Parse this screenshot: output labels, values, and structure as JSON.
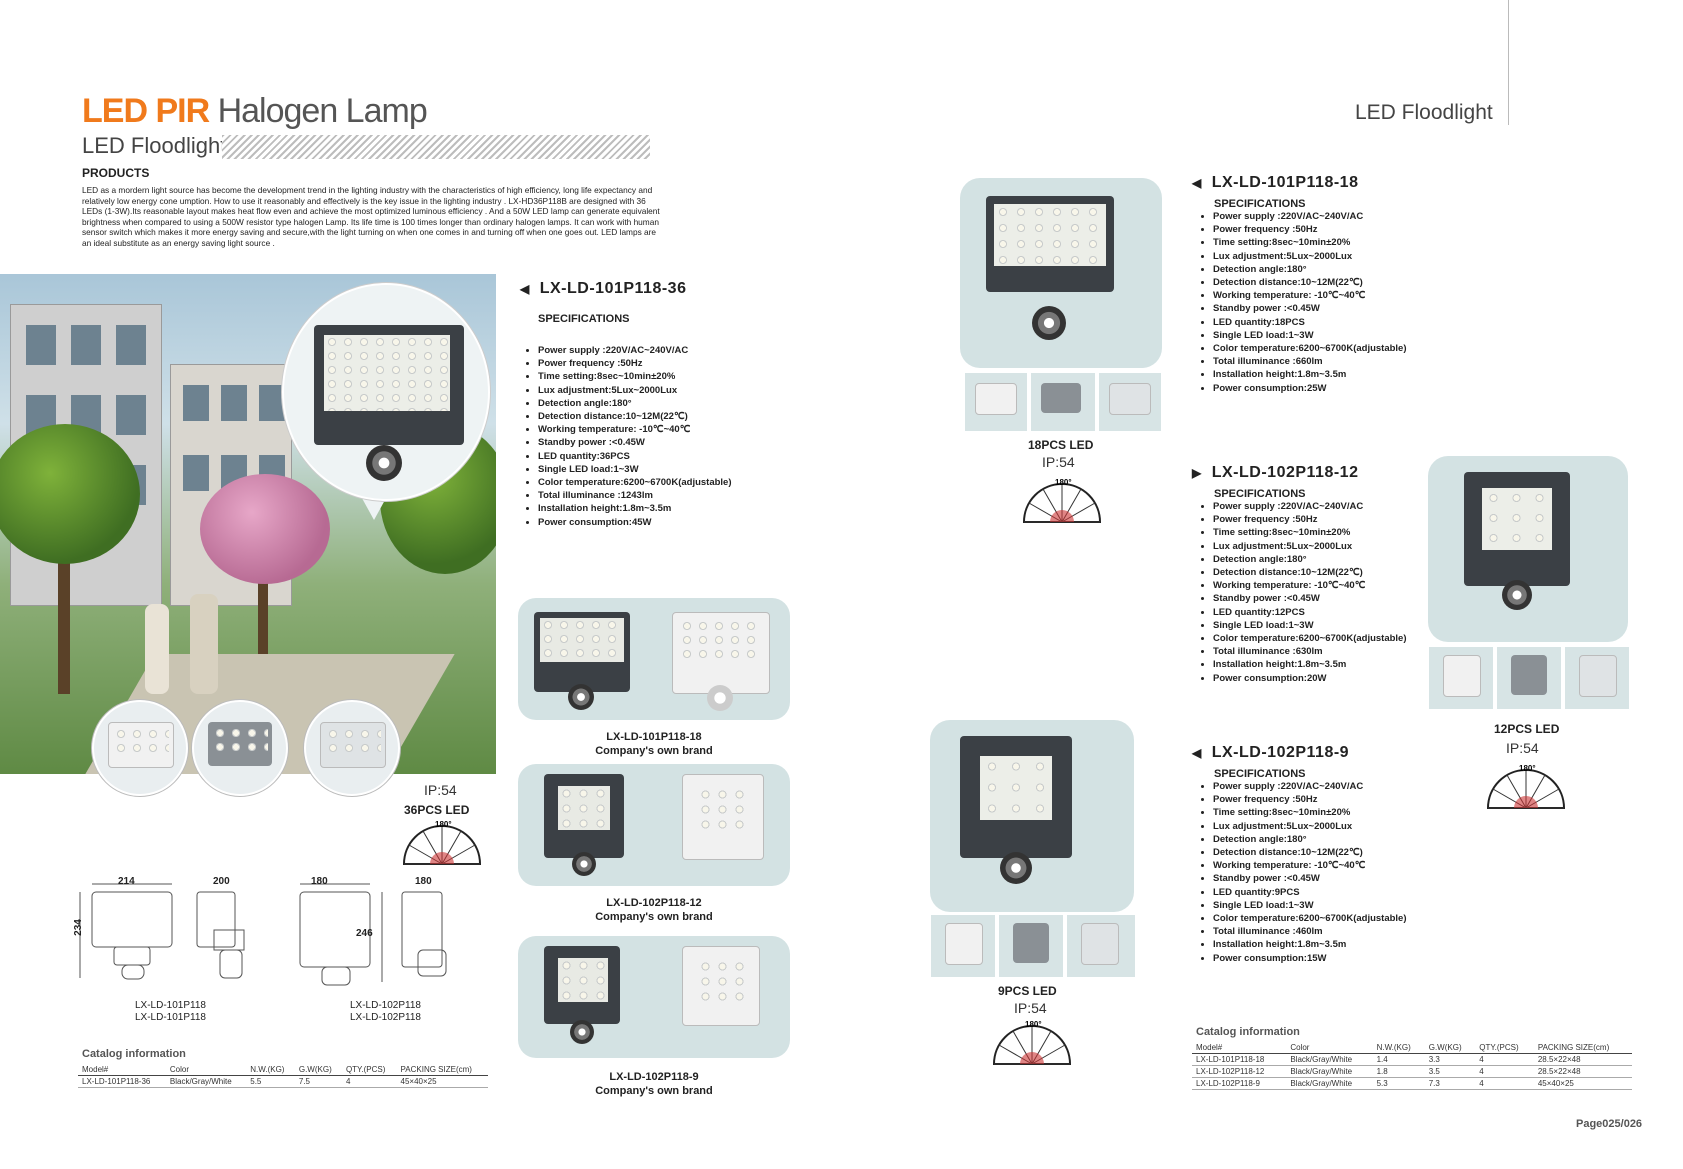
{
  "header": {
    "title_orange": "LED PIR",
    "title_grey": "Halogen Lamp",
    "subtitle": "LED Floodlight",
    "right_heading": "LED Floodlight"
  },
  "products": {
    "heading": "PRODUCTS",
    "text": "LED as a mordern light source has become the development trend in the lighting industry with the characteristics of high efficiency, long life expectancy and relatively low energy cone umption. How to use it reasonably and effectively is the key issue in the lighting industry . LX-HD36P118B are designed with 36 LEDs (1-3W).Its reasonable layout makes heat flow even and achieve the most optimized luminous efficiency . And a 50W LED lamp can generate equivalent brightness when compared to using a 500W resistor type halogen Lamp. Its life time is 100 times longer than ordinary halogen lamps. It can work with human sensor switch which makes it more energy saving and secure,with the light turning on when one comes in and turning off when one goes out. LED lamps are an ideal substitute as an energy saving light source ."
  },
  "models": [
    {
      "name": "LX-LD-101P118-36",
      "spec_heading": "SPECIFICATIONS",
      "specs": [
        "Power supply :220V/AC~240V/AC",
        "Power frequency :50Hz",
        "Time setting:8sec~10min±20%",
        "Lux adjustment:5Lux~2000Lux",
        "Detection angle:180°",
        "Detection distance:10~12M(22℃)",
        "Working temperature: -10℃~40℃",
        "Standby power :<0.45W",
        "LED quantity:36PCS",
        "Single LED load:1~3W",
        "Color temperature:6200~6700K(adjustable)",
        "Total illuminance :1243lm",
        "Installation height:1.8m~3.5m",
        "Power consumption:45W"
      ]
    },
    {
      "name": "LX-LD-101P118-18",
      "spec_heading": "SPECIFICATIONS",
      "specs": [
        "Power supply :220V/AC~240V/AC",
        "Power frequency :50Hz",
        "Time setting:8sec~10min±20%",
        "Lux adjustment:5Lux~2000Lux",
        "Detection angle:180°",
        "Detection distance:10~12M(22℃)",
        "Working temperature: -10℃~40℃",
        "Standby power :<0.45W",
        "LED quantity:18PCS",
        "Single LED load:1~3W",
        "Color temperature:6200~6700K(adjustable)",
        "Total illuminance :660lm",
        "Installation height:1.8m~3.5m",
        "Power consumption:25W"
      ]
    },
    {
      "name": "LX-LD-102P118-12",
      "spec_heading": "SPECIFICATIONS",
      "specs": [
        "Power supply :220V/AC~240V/AC",
        "Power frequency :50Hz",
        "Time setting:8sec~10min±20%",
        "Lux adjustment:5Lux~2000Lux",
        "Detection angle:180°",
        "Detection distance:10~12M(22℃)",
        "Working temperature: -10℃~40℃",
        "Standby power :<0.45W",
        "LED quantity:12PCS",
        "Single LED load:1~3W",
        "Color temperature:6200~6700K(adjustable)",
        "Total illuminance :630lm",
        "Installation height:1.8m~3.5m",
        "Power consumption:20W"
      ]
    },
    {
      "name": "LX-LD-102P118-9",
      "spec_heading": "SPECIFICATIONS",
      "specs": [
        "Power supply :220V/AC~240V/AC",
        "Power frequency :50Hz",
        "Time setting:8sec~10min±20%",
        "Lux adjustment:5Lux~2000Lux",
        "Detection angle:180°",
        "Detection distance:10~12M(22℃)",
        "Working temperature: -10℃~40℃",
        "Standby power :<0.45W",
        "LED quantity:9PCS",
        "Single LED load:1~3W",
        "Color temperature:6200~6700K(adjustable)",
        "Total illuminance :460lm",
        "Installation height:1.8m~3.5m",
        "Power consumption:15W"
      ]
    }
  ],
  "badges": {
    "led36": {
      "ip": "IP:54",
      "led": "36PCS  LED",
      "angle": "180°"
    },
    "led18": {
      "ip": "IP:54",
      "led": "18PCS LED",
      "angle": "180°"
    },
    "led12": {
      "ip": "IP:54",
      "led": "12PCS  LED",
      "angle": "180°"
    },
    "led9": {
      "ip": "IP:54",
      "led": "9PCS  LED",
      "angle": "180°"
    }
  },
  "captions": {
    "c18": {
      "model": "LX-LD-101P118-18",
      "brand": "Company's own brand"
    },
    "c12": {
      "model": "LX-LD-102P118-12",
      "brand": "Company's own brand"
    },
    "c9": {
      "model": "LX-LD-102P118-9",
      "brand": "Company's own brand"
    }
  },
  "dimensions": {
    "d1": "214",
    "d2": "200",
    "d3": "180",
    "d4": "180",
    "d5": "234",
    "d6": "246",
    "label_a1": "LX-LD-101P118",
    "label_a2": "LX-LD-101P118",
    "label_b1": "LX-LD-102P118",
    "label_b2": "LX-LD-102P118"
  },
  "catalog_left": {
    "heading": "Catalog information",
    "headers": [
      "Model#",
      "Color",
      "N.W.(KG)",
      "G.W(KG)",
      "QTY.(PCS)",
      "PACKING SIZE(cm)"
    ],
    "rows": [
      [
        "LX-LD-101P118-36",
        "Black/Gray/White",
        "5.5",
        "7.5",
        "4",
        "45×40×25"
      ]
    ]
  },
  "catalog_right": {
    "heading": "Catalog information",
    "headers": [
      "Model#",
      "Color",
      "N.W.(KG)",
      "G.W(KG)",
      "QTY.(PCS)",
      "PACKING SIZE(cm)"
    ],
    "rows": [
      [
        "LX-LD-101P118-18",
        "Black/Gray/White",
        "1.4",
        "3.3",
        "4",
        "28.5×22×48"
      ],
      [
        "LX-LD-102P118-12",
        "Black/Gray/White",
        "1.8",
        "3.5",
        "4",
        "28.5×22×48"
      ],
      [
        "LX-LD-102P118-9",
        "Black/Gray/White",
        "5.3",
        "7.3",
        "4",
        "45×40×25"
      ]
    ]
  },
  "page_number": "Page025/026",
  "colors": {
    "accent": "#f07a1c",
    "panel": "#d3e2e3",
    "lamp_dark": "#3b4045"
  }
}
